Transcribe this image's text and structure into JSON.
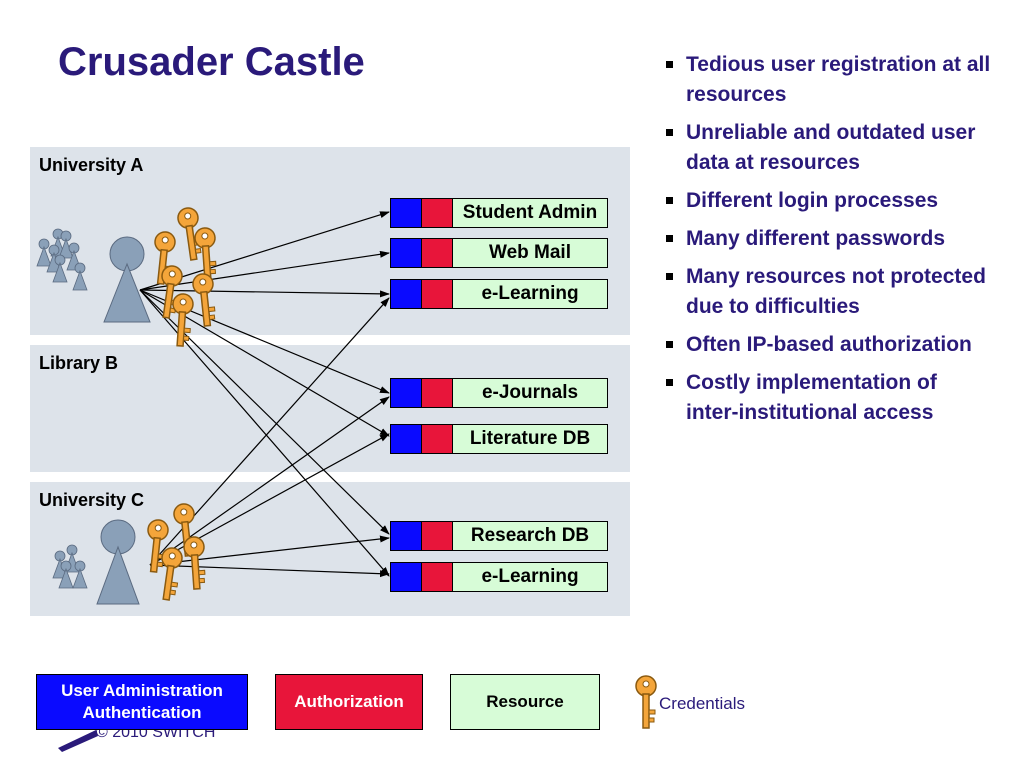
{
  "title": "Crusader Castle",
  "bands": [
    {
      "label": "University A"
    },
    {
      "label": "Library B"
    },
    {
      "label": "University C"
    }
  ],
  "resources": [
    {
      "label": "Student Admin"
    },
    {
      "label": "Web Mail"
    },
    {
      "label": "e-Learning"
    },
    {
      "label": "e-Journals"
    },
    {
      "label": "Literature DB"
    },
    {
      "label": "Research DB"
    },
    {
      "label": "e-Learning"
    }
  ],
  "bullets": [
    "Tedious user registration at all resources",
    "Unreliable and outdated user data at resources",
    "Different login processes",
    "Many different passwords",
    "Many resources not protected due to difficulties",
    "Often IP-based authorization",
    "Costly implementation of inter-institutional access"
  ],
  "legend": {
    "user_admin_line1": "User Administration",
    "user_admin_line2": "Authentication",
    "authorization": "Authorization",
    "resource": "Resource",
    "credentials": "Credentials"
  },
  "copyright": "© 2010 SWITCH",
  "colors": {
    "title": "#2a1a7a",
    "band": "#dde3ea",
    "user_admin": "#0a0aff",
    "authorization": "#e8153a",
    "resource": "#d7fcd7",
    "key": "#f4a53a",
    "person": "#8aa0b8"
  },
  "icons": [
    "person-icon",
    "user-group-icon",
    "key-icon",
    "arrow-icon",
    "bullet-icon",
    "logo-swoosh-icon"
  ]
}
